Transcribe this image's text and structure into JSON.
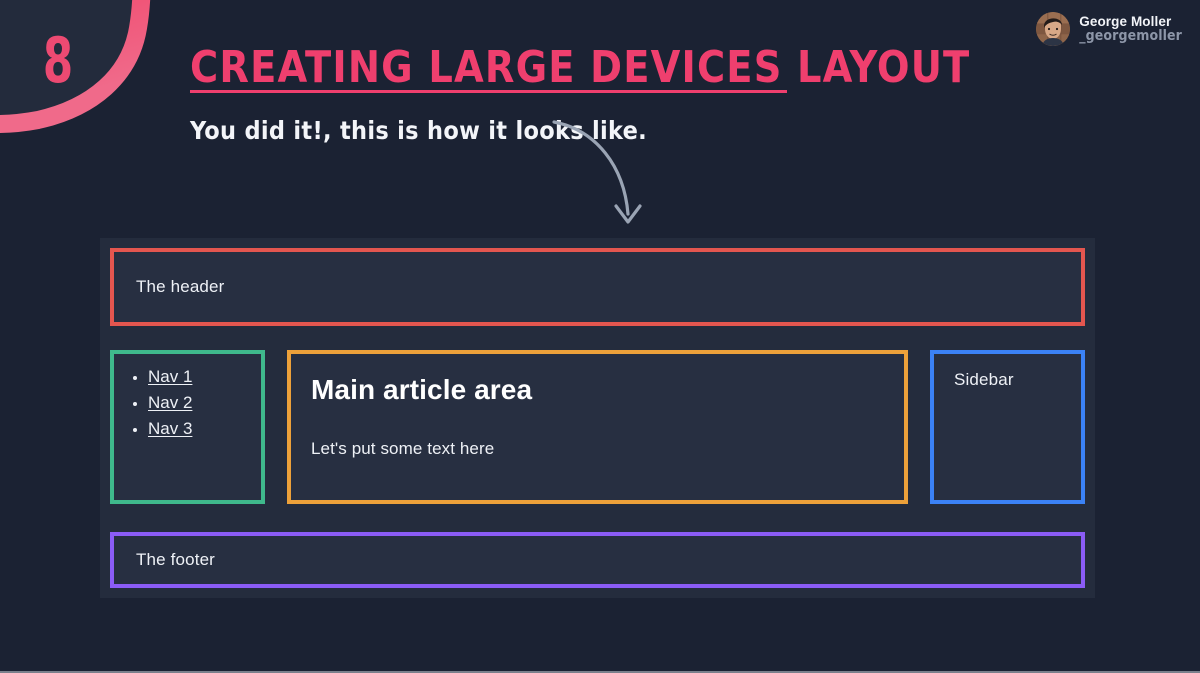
{
  "slide": {
    "number": "8",
    "title": "CREATING LARGE DEVICES LAYOUT",
    "subtitle": "You did it!, this is how it looks like.",
    "background_color": "#1b2233",
    "accent_color": "#ef3f6e"
  },
  "author": {
    "name": "George Moller",
    "handle": "_georgemoller",
    "avatar_alt": "avatar"
  },
  "annotation": {
    "arrow_icon": "curved-down-arrow",
    "arrow_color": "#9aa4b4"
  },
  "layout_demo": {
    "panel_background": "#242c3d",
    "regions": {
      "header": {
        "label": "The header",
        "border_color": "#e4564f"
      },
      "nav": {
        "border_color": "#3fb98c",
        "items": [
          {
            "label": "Nav 1"
          },
          {
            "label": "Nav 2"
          },
          {
            "label": "Nav 3"
          }
        ]
      },
      "main": {
        "border_color": "#eda13a",
        "title": "Main article area",
        "text": "Let's put some text here"
      },
      "sidebar": {
        "label": "Sidebar",
        "border_color": "#3b82f6"
      },
      "footer": {
        "label": "The footer",
        "border_color": "#8b5cf6"
      }
    }
  }
}
